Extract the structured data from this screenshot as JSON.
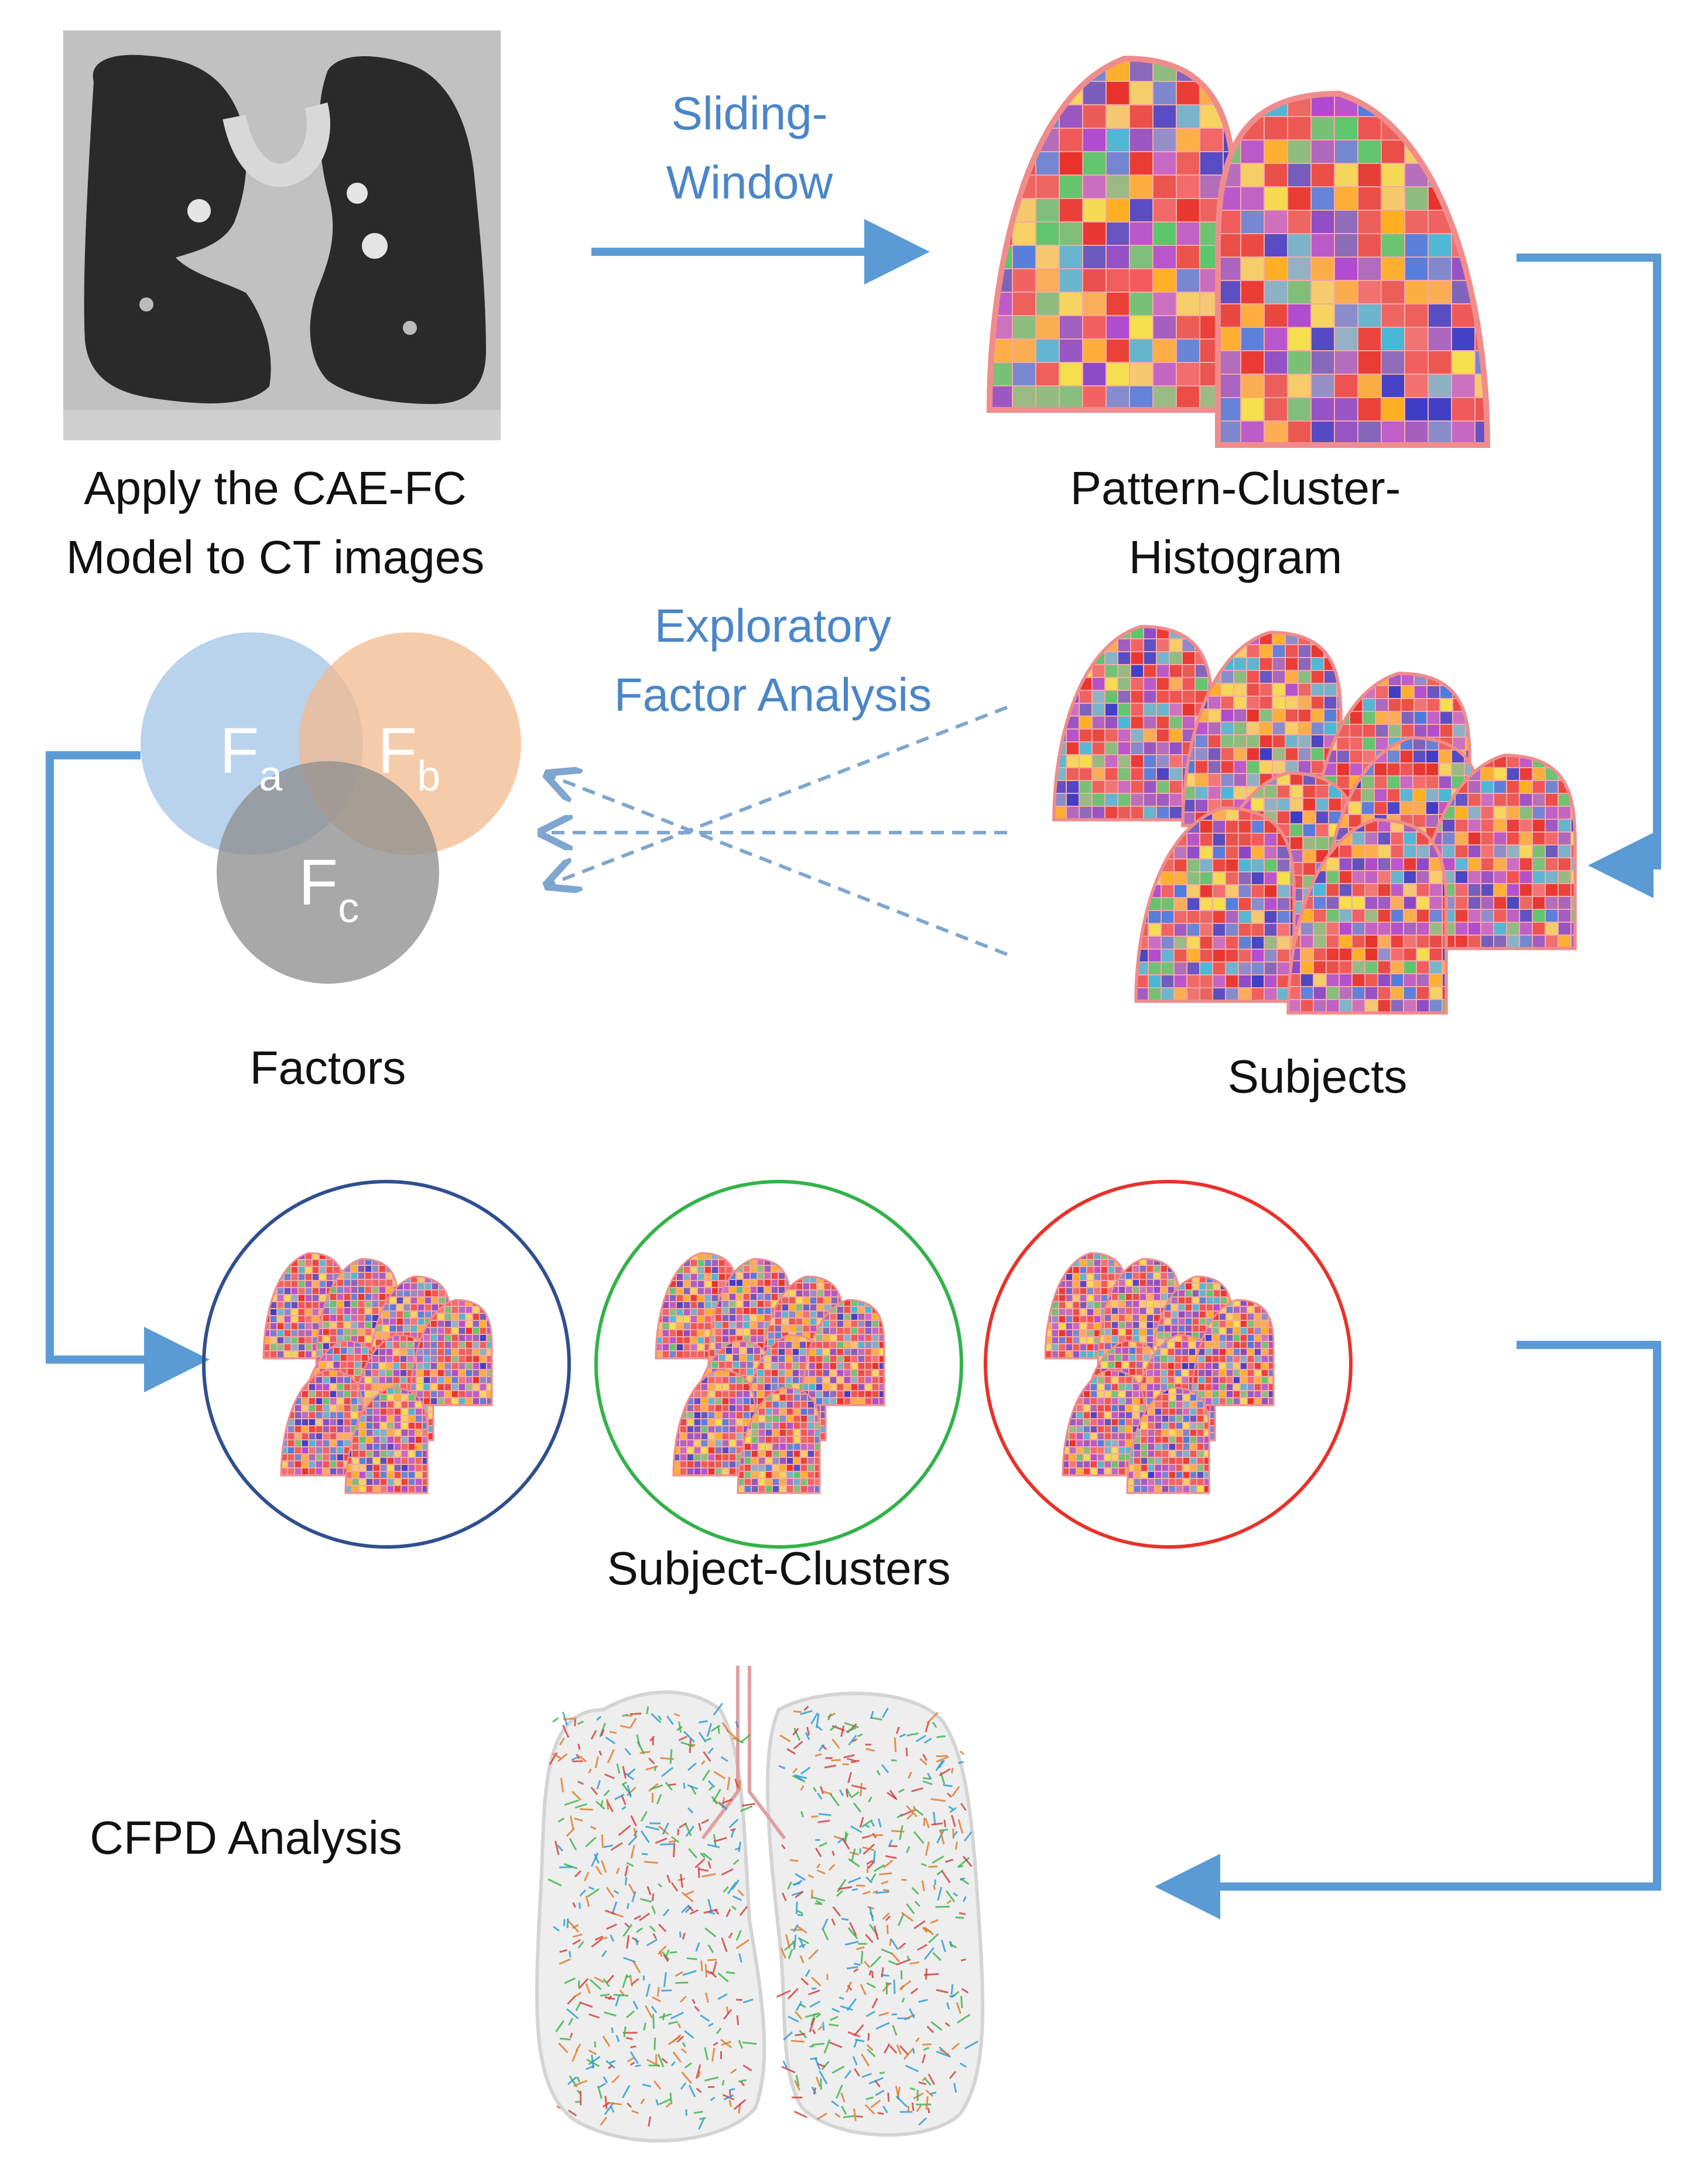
{
  "diagram": {
    "ct_caption": [
      "Apply the CAE-FC",
      "Model to CT images"
    ],
    "sliding_window_label": [
      "Sliding-",
      "Window"
    ],
    "histogram_caption": [
      "Pattern-Cluster-",
      "Histogram"
    ],
    "efa_label": [
      "Exploratory",
      "Factor Analysis"
    ],
    "factors": [
      {
        "letter": "F",
        "sub": "a",
        "color": "#a8c8e8"
      },
      {
        "letter": "F",
        "sub": "b",
        "color": "#f3b98e"
      },
      {
        "letter": "F",
        "sub": "c",
        "color": "#8f8f8f"
      }
    ],
    "factors_caption": "Factors",
    "subjects_caption": "Subjects",
    "cluster_circles": [
      {
        "color": "#2f4f8f"
      },
      {
        "color": "#33b24a"
      },
      {
        "color": "#e8322a"
      }
    ],
    "subject_clusters_caption": "Subject-Clusters",
    "cfpd_caption": "CFPD Analysis",
    "colors": {
      "arrow": "#5b9bd5",
      "dashed_arrow": "#7fa6cf",
      "label_blue": "#4a86c8"
    }
  }
}
